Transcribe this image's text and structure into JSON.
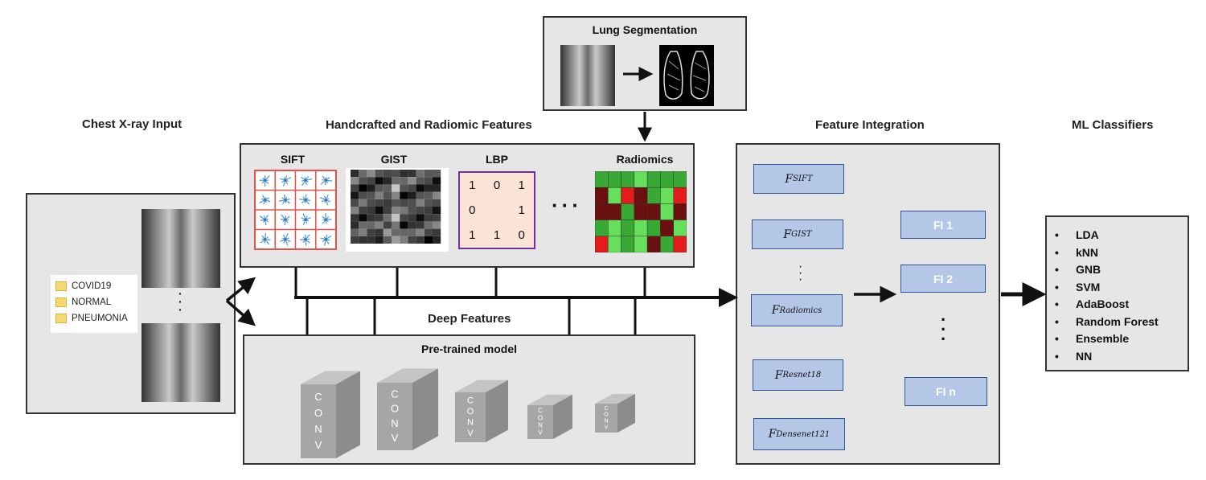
{
  "headings": {
    "input": "Chest X-ray Input",
    "handcrafted": "Handcrafted and Radiomic Features",
    "integration": "Feature Integration",
    "classifiers": "ML Classifiers",
    "deep": "Deep Features"
  },
  "lung_segmentation": {
    "title": "Lung Segmentation"
  },
  "folders": [
    "COVID19",
    "NORMAL",
    "PNEUMONIA"
  ],
  "feature_panel": {
    "sift": "SIFT",
    "gist": "GIST",
    "lbp": "LBP",
    "radiomics": "Radiomics",
    "lbp_cells": [
      "1",
      "0",
      "1",
      "0",
      "",
      "1",
      "1",
      "1",
      "0"
    ]
  },
  "deep_panel": {
    "model_title": "Pre-trained model",
    "conv_letters": [
      "C",
      "O",
      "N",
      "V"
    ]
  },
  "integration_features": [
    {
      "base": "F",
      "sub": "SIFT"
    },
    {
      "base": "F",
      "sub": "GIST"
    },
    {
      "base": "F",
      "sub": "Radiomics"
    },
    {
      "base": "F",
      "sub": "Resnet18"
    },
    {
      "base": "F",
      "sub": "Densenet121"
    }
  ],
  "integration_fi": [
    "FI 1",
    "FI 2",
    "FI n"
  ],
  "classifiers": [
    "LDA",
    "kNN",
    "GNB",
    "SVM",
    "AdaBoost",
    "Random Forest",
    "Ensemble",
    "NN"
  ],
  "colors": {
    "panel_bg": "#e6e6e6",
    "feature_box": "#b4c7e7",
    "feature_border": "#2f5597",
    "sift_grid": "#e8504a",
    "lbp_border": "#7030a0",
    "lbp_fill": "#fbe3d6",
    "radiomics_green": "#39a935",
    "radiomics_light": "#66e05a",
    "radiomics_red": "#e31b1b",
    "radiomics_dark": "#6b1010"
  }
}
